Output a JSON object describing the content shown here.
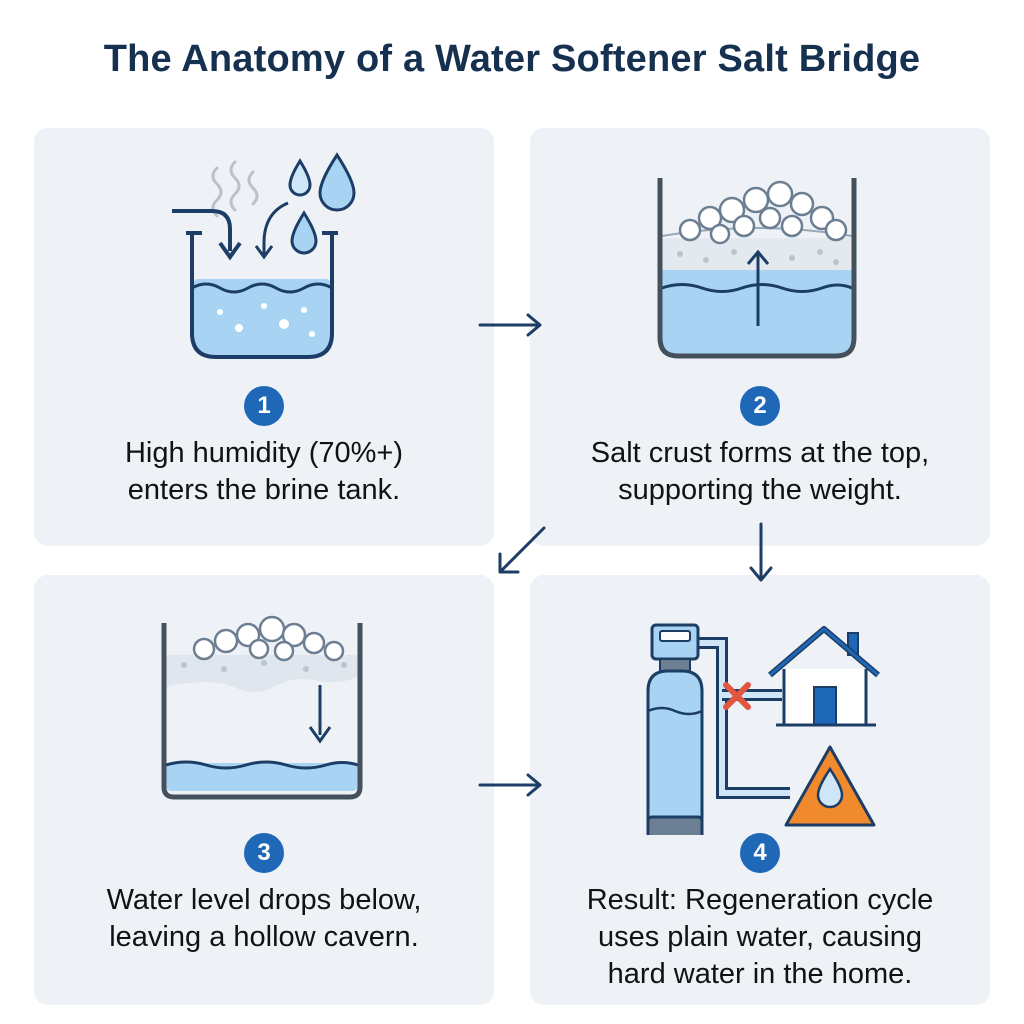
{
  "title": "The Anatomy of a Water Softener Salt Bridge",
  "colors": {
    "heading": "#16304f",
    "panel_bg": "#eef2f6",
    "badge": "#1f67b7",
    "water": "#a9d3f2",
    "tank_outline": "#44505c",
    "warning": "#f08a2c",
    "cross": "#e2553f"
  },
  "steps": [
    {
      "number": "1",
      "icon": "humid-brine-tank-icon",
      "caption_lines": [
        "High humidity (70%+)",
        "enters the brine tank."
      ]
    },
    {
      "number": "2",
      "icon": "salt-crust-tank-icon",
      "caption_lines": [
        "Salt crust forms at the top,",
        "supporting the weight."
      ]
    },
    {
      "number": "3",
      "icon": "hollow-cavern-tank-icon",
      "caption_lines": [
        "Water level drops below,",
        "leaving a hollow cavern."
      ]
    },
    {
      "number": "4",
      "icon": "softener-house-warning-icon",
      "caption_lines": [
        "Result: Regeneration cycle",
        "uses plain water, causing",
        "hard water in the home."
      ]
    }
  ],
  "connectors": [
    "arrow-right-icon",
    "arrow-down-left-icon",
    "arrow-down-icon",
    "arrow-right-icon"
  ]
}
